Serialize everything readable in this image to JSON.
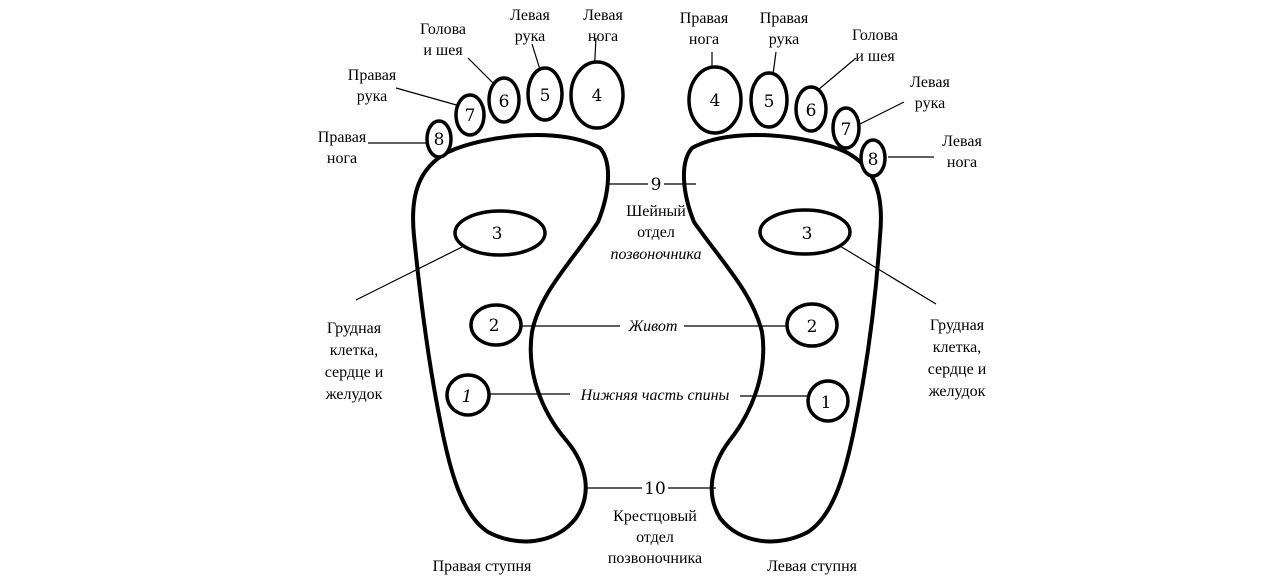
{
  "feet": {
    "right_caption": "Правая ступня",
    "left_caption": "Левая ступня"
  },
  "zones": {
    "z1": "1",
    "z2": "2",
    "z3": "3",
    "z4": "4",
    "z5": "5",
    "z6": "6",
    "z7": "7",
    "z8": "8",
    "z9": "9",
    "z10": "10"
  },
  "labels": {
    "right_foot": {
      "leg_toe": [
        "Правая",
        "нога"
      ],
      "arm_toe": [
        "Правая",
        "рука"
      ],
      "head_neck": [
        "Голова",
        "и шея"
      ],
      "left_arm": [
        "Левая",
        "рука"
      ],
      "left_leg": [
        "Левая",
        "нога"
      ],
      "chest": [
        "Грудная",
        "клетка,",
        "сердце и",
        "желудок"
      ]
    },
    "left_foot": {
      "right_leg": [
        "Правая",
        "нога"
      ],
      "right_arm": [
        "Правая",
        "рука"
      ],
      "head_neck": [
        "Голова",
        "и шея"
      ],
      "arm_toe": [
        "Левая",
        "рука"
      ],
      "leg_toe": [
        "Левая",
        "нога"
      ],
      "chest": [
        "Грудная",
        "клетка,",
        "сердце и",
        "желудок"
      ]
    },
    "center": {
      "cervical": [
        "Шейный",
        "отдел",
        "позвоночника"
      ],
      "belly": "Живот",
      "lower_back": "Нижняя часть спины",
      "sacral": [
        "Крестцовый",
        "отдел",
        "позвоночника"
      ]
    }
  }
}
